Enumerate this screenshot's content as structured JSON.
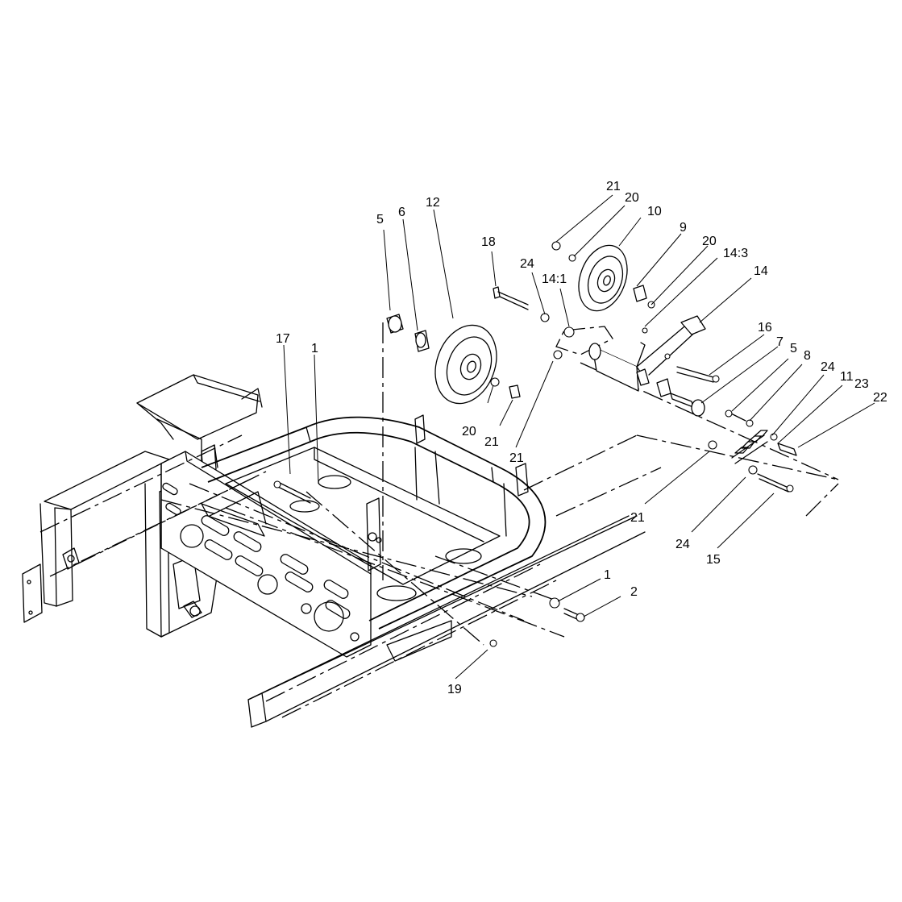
{
  "callouts": [
    {
      "id": "c21a",
      "text": "21"
    },
    {
      "id": "c20a",
      "text": "20"
    },
    {
      "id": "c10",
      "text": "10"
    },
    {
      "id": "c9",
      "text": "9"
    },
    {
      "id": "c20b",
      "text": "20"
    },
    {
      "id": "c14_3",
      "text": "14:3"
    },
    {
      "id": "c14",
      "text": "14"
    },
    {
      "id": "c18",
      "text": "18"
    },
    {
      "id": "c24a",
      "text": "24"
    },
    {
      "id": "c14_1",
      "text": "14:1"
    },
    {
      "id": "c12",
      "text": "12"
    },
    {
      "id": "c6",
      "text": "6"
    },
    {
      "id": "c5a",
      "text": "5"
    },
    {
      "id": "c16",
      "text": "16"
    },
    {
      "id": "c7",
      "text": "7"
    },
    {
      "id": "c5b",
      "text": "5"
    },
    {
      "id": "c8",
      "text": "8"
    },
    {
      "id": "c24b",
      "text": "24"
    },
    {
      "id": "c11",
      "text": "11"
    },
    {
      "id": "c23",
      "text": "23"
    },
    {
      "id": "c22",
      "text": "22"
    },
    {
      "id": "c17",
      "text": "17"
    },
    {
      "id": "c1a",
      "text": "1"
    },
    {
      "id": "c20c",
      "text": "20"
    },
    {
      "id": "c21b",
      "text": "21"
    },
    {
      "id": "c21c",
      "text": "21"
    },
    {
      "id": "c21d",
      "text": "21"
    },
    {
      "id": "c24c",
      "text": "24"
    },
    {
      "id": "c15",
      "text": "15"
    },
    {
      "id": "c1b",
      "text": "1"
    },
    {
      "id": "c2",
      "text": "2"
    },
    {
      "id": "c19",
      "text": "19"
    }
  ]
}
